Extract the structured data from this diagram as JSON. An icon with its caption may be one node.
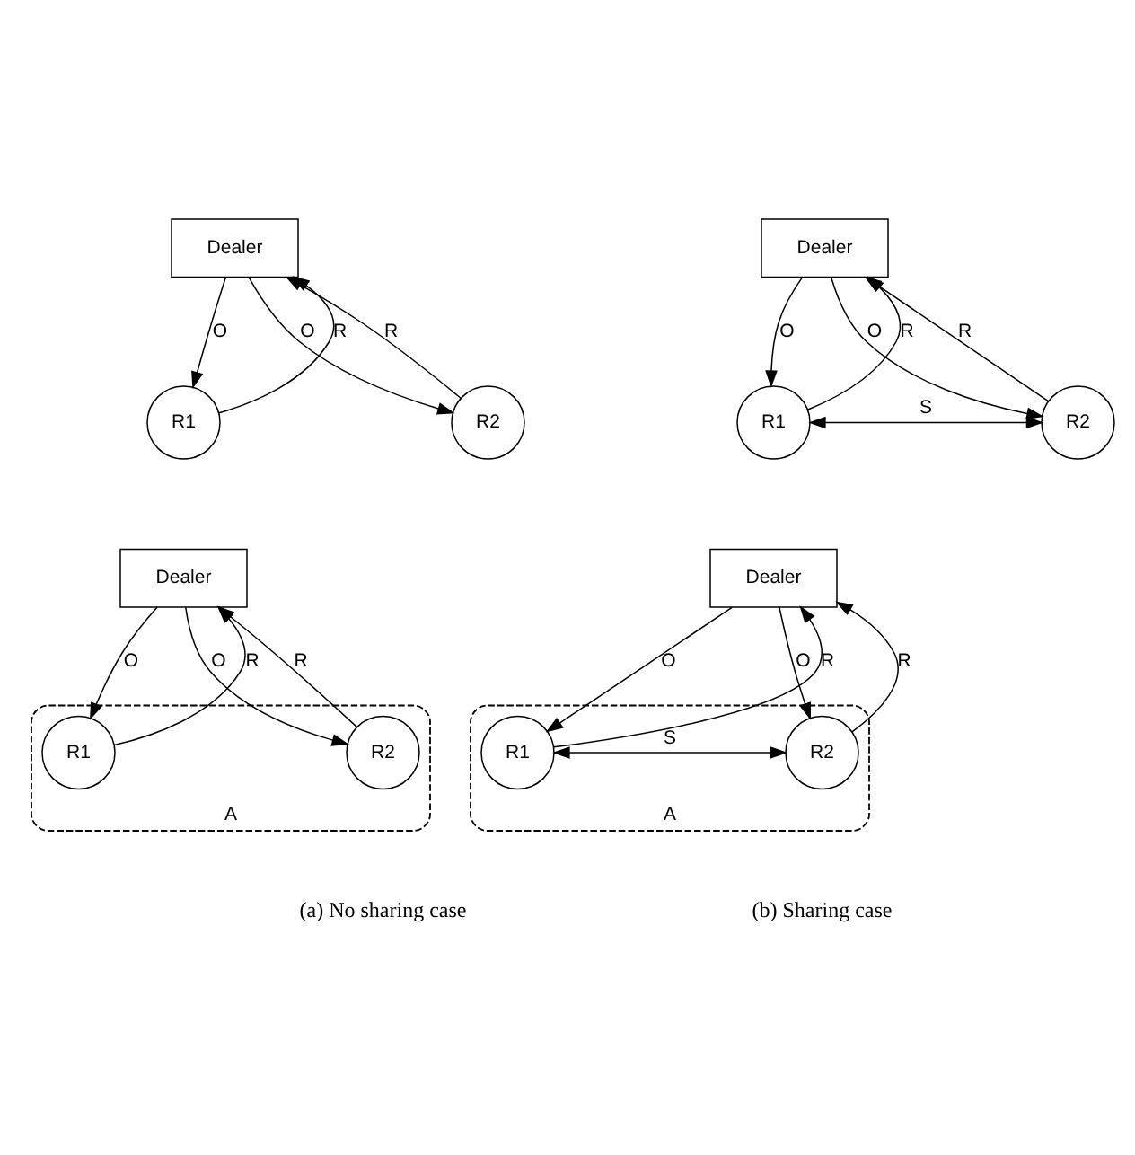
{
  "diagram": {
    "nodes": [
      {
        "text": [
          "Dealer"
        ]
      },
      {
        "text": [
          "R1"
        ]
      },
      {
        "text": [
          "R2"
        ]
      },
      {
        "text": [
          "Dealer"
        ]
      },
      {
        "text": [
          "R1"
        ]
      },
      {
        "text": [
          "R2"
        ]
      },
      {
        "text": [
          "Dealer"
        ]
      },
      {
        "text": [
          "A"
        ]
      },
      {
        "text": [
          "R1"
        ],
        "in": 7
      },
      {
        "text": [
          "R2"
        ],
        "in": 7
      },
      {
        "text": [
          "Dealer"
        ]
      },
      {
        "text": [
          "A"
        ]
      },
      {
        "text": [
          "R1"
        ],
        "in": 11
      },
      {
        "text": [
          "R2"
        ],
        "in": 11
      }
    ],
    "edges": [
      {
        "from": 1,
        "to": 0,
        "arrow": "to",
        "label": "R"
      },
      {
        "from": 0,
        "to": 1,
        "arrow": "to",
        "label": "O"
      },
      {
        "from": 0,
        "to": 2,
        "arrow": "to",
        "label": "O"
      },
      {
        "from": 2,
        "to": 0,
        "arrow": "to",
        "label": "R"
      },
      {
        "from": 4,
        "to": 3,
        "arrow": "to",
        "label": "R"
      },
      {
        "from": 3,
        "to": 4,
        "arrow": "to",
        "label": "O"
      },
      {
        "from": 3,
        "to": 5,
        "arrow": "to",
        "label": "O"
      },
      {
        "from": 5,
        "to": 3,
        "arrow": "to",
        "label": "R"
      },
      {
        "from": 4,
        "to": 5,
        "arrow": "both",
        "label": "S"
      },
      {
        "from": 8,
        "to": 6,
        "arrow": "to",
        "label": "R"
      },
      {
        "from": 6,
        "to": 8,
        "arrow": "to",
        "label": "O"
      },
      {
        "from": 6,
        "to": 9,
        "arrow": "to",
        "label": "O"
      },
      {
        "from": 9,
        "to": 6,
        "arrow": "to",
        "label": "R"
      },
      {
        "from": 12,
        "to": 10,
        "arrow": "to",
        "label": "R"
      },
      {
        "from": 10,
        "to": 12,
        "arrow": "to",
        "label": "O"
      },
      {
        "from": 10,
        "to": 13,
        "arrow": "to",
        "label": "O"
      },
      {
        "from": 13,
        "to": 10,
        "arrow": "to",
        "label": "R"
      },
      {
        "from": 12,
        "to": 13,
        "arrow": "both",
        "label": "S"
      }
    ],
    "labels": [
      "(a) No sharing case",
      "(b) Sharing case"
    ]
  }
}
